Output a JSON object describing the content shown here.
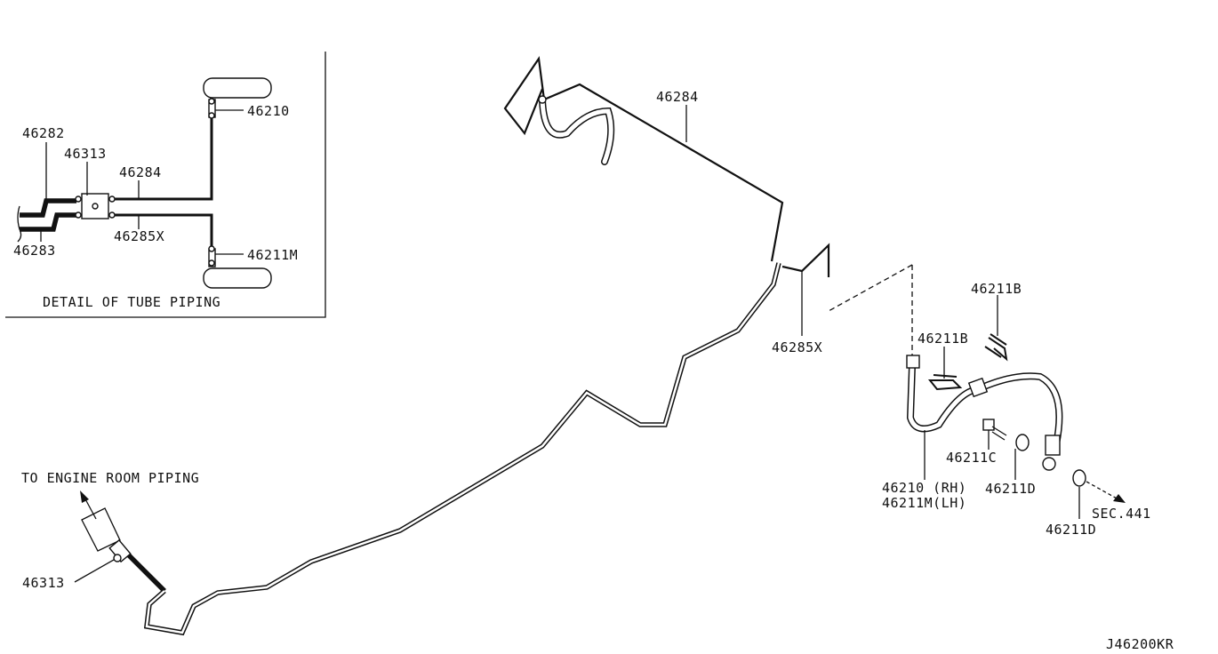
{
  "detail": {
    "title": "DETAIL OF TUBE PIPING",
    "labels": {
      "p46282": "46282",
      "p46313": "46313",
      "p46284": "46284",
      "p46283": "46283",
      "p46285x": "46285X",
      "p46210": "46210",
      "p46211m": "46211M"
    }
  },
  "main": {
    "labels": {
      "p46284": "46284",
      "p46285x": "46285X",
      "p46211b_top": "46211B",
      "p46211b_mid": "46211B",
      "p46211c": "46211C",
      "p46211d_mid": "46211D",
      "p46211d_low": "46211D",
      "p46210_rh": "46210 (RH)",
      "p46211m_lh": "46211M(LH)",
      "sec441": "SEC.441",
      "engine_room": "TO ENGINE ROOM PIPING",
      "p46313": "46313"
    }
  },
  "figure_code": "J46200KR"
}
